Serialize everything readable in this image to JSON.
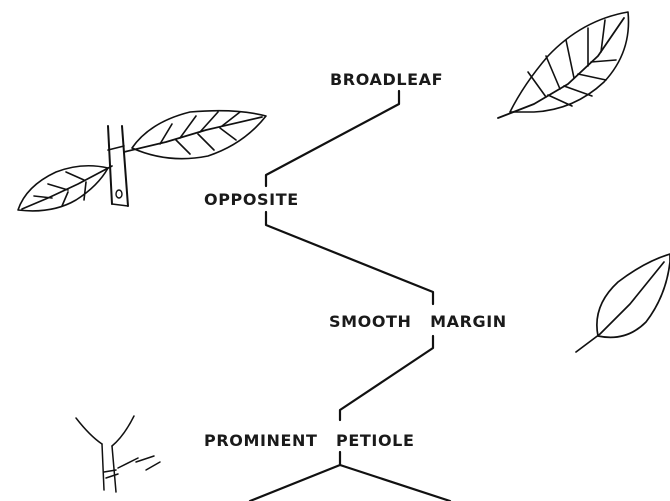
{
  "diagram": {
    "nodes": [
      {
        "id": "broadleaf",
        "label": "BROADLEAF"
      },
      {
        "id": "opposite",
        "label": "OPPOSITE"
      },
      {
        "id": "smooth_margin",
        "label": "SMOOTH   MARGIN"
      },
      {
        "id": "prominent_petiole",
        "label": "PROMINENT   PETIOLE"
      }
    ],
    "edges": [
      {
        "from": "broadleaf",
        "to": "opposite"
      },
      {
        "from": "opposite",
        "to": "smooth_margin"
      },
      {
        "from": "smooth_margin",
        "to": "prominent_petiole"
      },
      {
        "from": "prominent_petiole",
        "to": "left-branch"
      },
      {
        "from": "prominent_petiole",
        "to": "right-branch"
      }
    ],
    "illustrations": [
      "broadleaf-leaf-drawing",
      "opposite-leaves-twig-drawing",
      "smooth-margin-leaf-drawing",
      "petiole-closeup-drawing"
    ],
    "colors": {
      "ink": "#111111",
      "background": "#ffffff"
    }
  }
}
